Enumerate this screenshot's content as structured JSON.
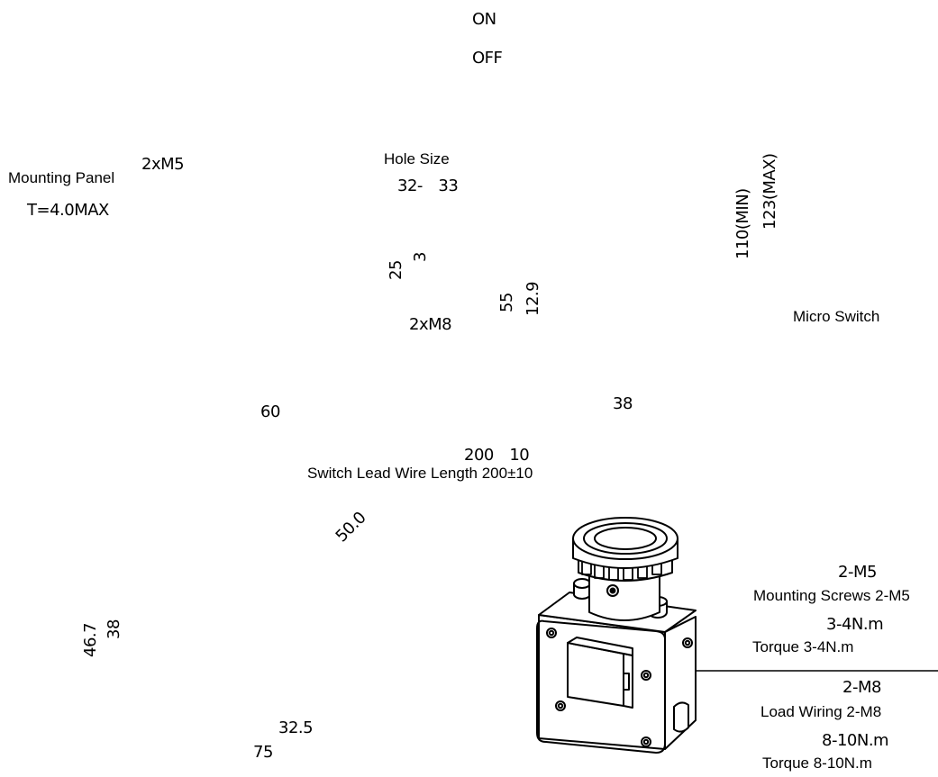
{
  "states": {
    "on": "ON",
    "off": "OFF"
  },
  "panel": {
    "label": "Mounting Panel",
    "thickness": "T=4.0MAX",
    "screws": "2xM5"
  },
  "hole": {
    "label": "Hole Size",
    "size": "32-　33"
  },
  "heights": {
    "min": "110(MIN)",
    "max": "123(MAX)"
  },
  "dims": {
    "d25": "25",
    "d3": "3",
    "d55": "55",
    "d12_9": "12.9",
    "m8": "2xM8",
    "d60": "60",
    "d38_top": "38",
    "d50": "50.0",
    "d46_7": "46.7",
    "d38_side": "38",
    "d32_5": "32.5",
    "d75": "75"
  },
  "micro_switch": "Micro Switch",
  "lead_wire": {
    "value": "200　10",
    "label": "Switch Lead Wire Length 200±10"
  },
  "specs": {
    "mount_code": "2-M5",
    "mount_label": "Mounting Screws 2-M5",
    "mount_torque_code": "3-4N.m",
    "mount_torque_label": "Torque 3-4N.m",
    "load_code": "2-M8",
    "load_label": "Load Wiring 2-M8",
    "load_torque_code": "8-10N.m",
    "load_torque_label": "Torque 8-10N.m"
  }
}
